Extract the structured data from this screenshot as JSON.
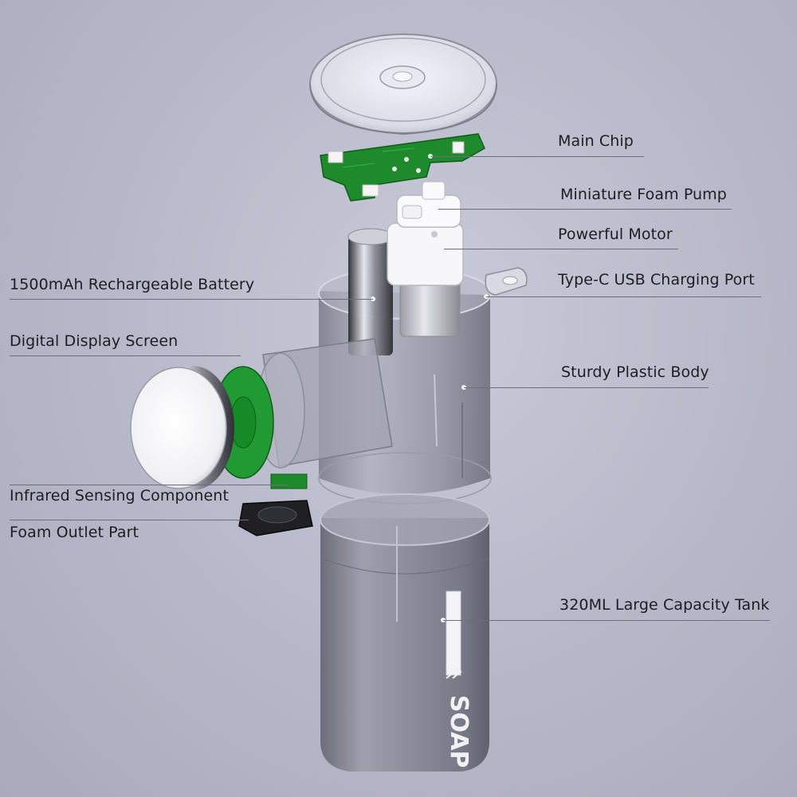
{
  "diagram": {
    "labels": {
      "main_chip": "Main Chip",
      "foam_pump": "Miniature Foam Pump",
      "motor": "Powerful Motor",
      "usb_port": "Type-C USB Charging Port",
      "body": "Sturdy Plastic Body",
      "battery": "1500mAh Rechargeable Battery",
      "display": "Digital Display Screen",
      "infrared": "Infrared Sensing Component",
      "outlet": "Foam Outlet Part",
      "tank": "320ML Large Capacity Tank"
    },
    "tank_marking": "SOAP",
    "colors": {
      "background": "#b9bacb",
      "pcb_green": "#1e8a2c",
      "shell": "#8e8e9c",
      "text": "#1e1e22"
    }
  }
}
